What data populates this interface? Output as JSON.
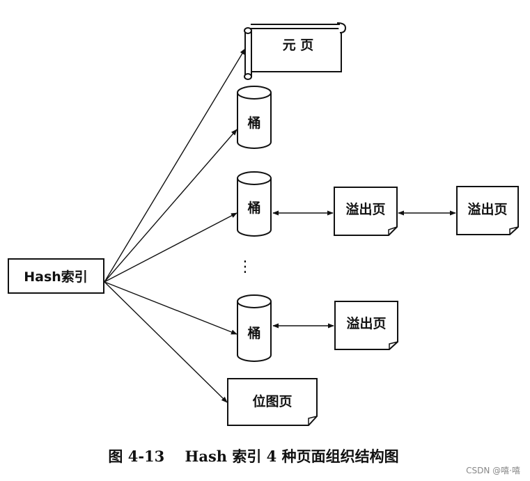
{
  "diagram": {
    "root": "Hash索引",
    "meta_page": "元 页",
    "bucket": "桶",
    "overflow_page": "溢出页",
    "bitmap_page": "位图页",
    "ellipsis": "⋮"
  },
  "caption": "图 4-13    Hash 索引 4 种页面组织结构图",
  "watermark": "CSDN @嘻·嘻"
}
